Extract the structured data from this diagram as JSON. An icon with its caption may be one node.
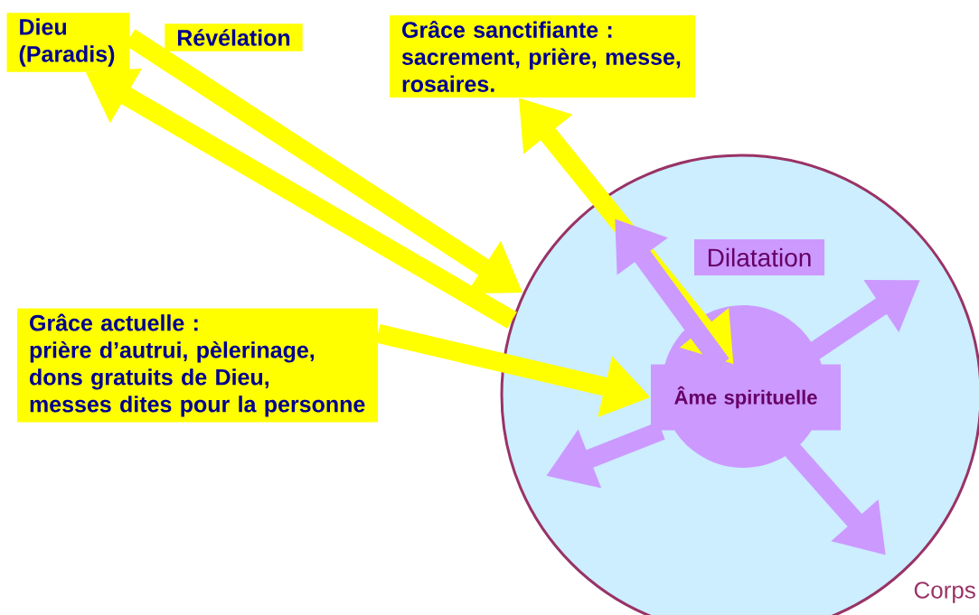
{
  "diagram": {
    "nodes": [
      {
        "text": [
          "Dieu (Paradis)"
        ]
      },
      {
        "text": [
          "Révélation"
        ]
      },
      {
        "text": [
          "Grâce sanctifiante :",
          "sacrement, prière, messe, rosaires."
        ]
      },
      {
        "text": [
          "Grâce actuelle :",
          "prière d’autrui, pèlerinage,",
          "dons gratuits de Dieu,",
          "messes dites pour la personne"
        ]
      },
      {
        "text": [
          "Corps"
        ]
      },
      {
        "text": [
          "Dilatation"
        ],
        "in": 4
      },
      {
        "text": [
          "Âme spirituelle"
        ],
        "in": 4
      }
    ],
    "edges": [
      {
        "from": 0,
        "to": 4,
        "arrow": "to",
        "color": "#ffff00"
      },
      {
        "from": 4,
        "to": 0,
        "arrow": "to",
        "color": "#ffff00"
      },
      {
        "from": 2,
        "to": 6,
        "arrow": "both",
        "color": "#ffff00"
      },
      {
        "from": 3,
        "to": 6,
        "arrow": "to",
        "color": "#ffff00"
      },
      {
        "from": 6,
        "to": null,
        "arrow": "to",
        "color": "#cc99ff"
      },
      {
        "from": 6,
        "to": null,
        "arrow": "to",
        "color": "#cc99ff"
      },
      {
        "from": 6,
        "to": null,
        "arrow": "to",
        "color": "#cc99ff"
      },
      {
        "from": 6,
        "to": null,
        "arrow": "to",
        "color": "#cc99ff"
      }
    ]
  }
}
